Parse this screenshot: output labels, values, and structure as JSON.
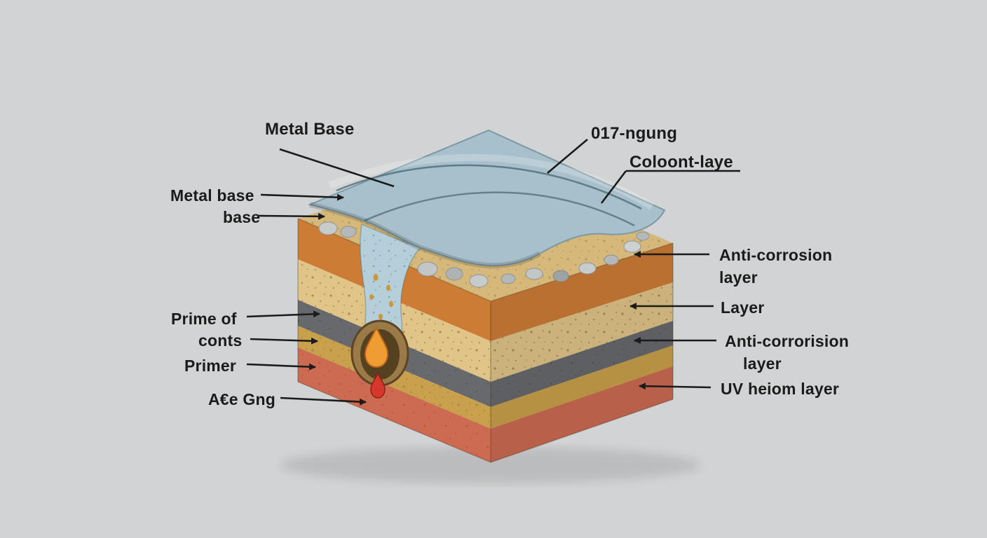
{
  "diagram_subject": "coating-layers-cross-section",
  "labels": {
    "metal_base_title": "Metal Base",
    "metal_base": "Metal base",
    "base": "base",
    "prime_of": "Prime of",
    "conts": "conts",
    "primer": "Primer",
    "ae_gng": "A€e Gng",
    "ngung_017": "017-ngung",
    "coloont_laye": "Coloont-laye",
    "anti_corrosion_line1": "Anti-corrosion",
    "anti_corrosion_line2": "layer",
    "layer": "Layer",
    "anti_corrorision_line1": "Anti-corrorision",
    "anti_corrorision_line2": "layer",
    "uv_heiom_layer": "UV heiom layer"
  },
  "colors": {
    "background": "#d1d3d4",
    "metal_sheet": "#a7c0cb",
    "drip_blue": "#b5cfda",
    "top_face": "#d3b470",
    "layer_orange": "#cd7c35",
    "layer_beige": "#e0c488",
    "layer_gray": "#67696c",
    "layer_gold": "#c9a04b",
    "layer_red": "#cc6a52",
    "flame_orange": "#ef9c33",
    "drop_red": "#d6372b",
    "label_text": "#1b1b1b"
  }
}
